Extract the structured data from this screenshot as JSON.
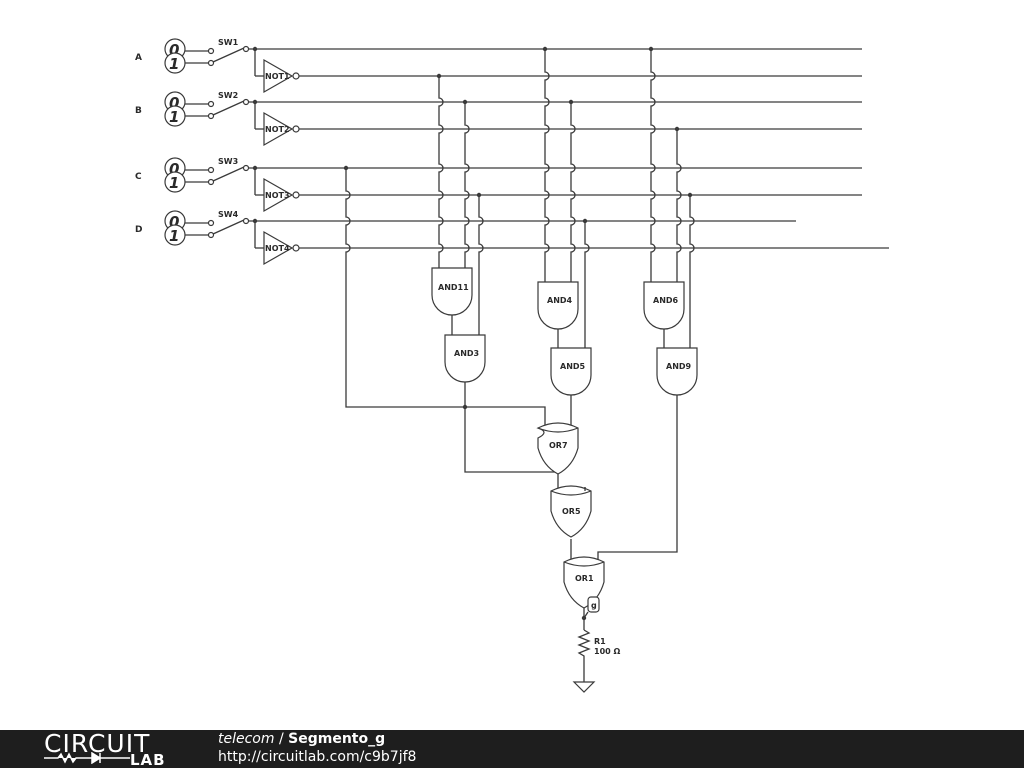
{
  "inputs": [
    {
      "name": "A",
      "switch": "SW1",
      "inverter": "NOT1"
    },
    {
      "name": "B",
      "switch": "SW2",
      "inverter": "NOT2"
    },
    {
      "name": "C",
      "switch": "SW3",
      "inverter": "NOT3"
    },
    {
      "name": "D",
      "switch": "SW4",
      "inverter": "NOT4"
    }
  ],
  "source_values": [
    "0",
    "1"
  ],
  "gates": {
    "and11": "AND11",
    "and3": "AND3",
    "and4": "AND4",
    "and5": "AND5",
    "and6": "AND6",
    "and9": "AND9",
    "or7": "OR7",
    "or5": "OR5",
    "or1": "OR1"
  },
  "output_probe": "g",
  "resistor": {
    "name": "R1",
    "value": "100 Ω"
  },
  "footer": {
    "logo_top": "CIRCUIT",
    "logo_bottom": "LAB",
    "user": "telecom",
    "separator": " / ",
    "circuit_name": "Segmento_g",
    "url": "http://circuitlab.com/c9b7jf8"
  }
}
